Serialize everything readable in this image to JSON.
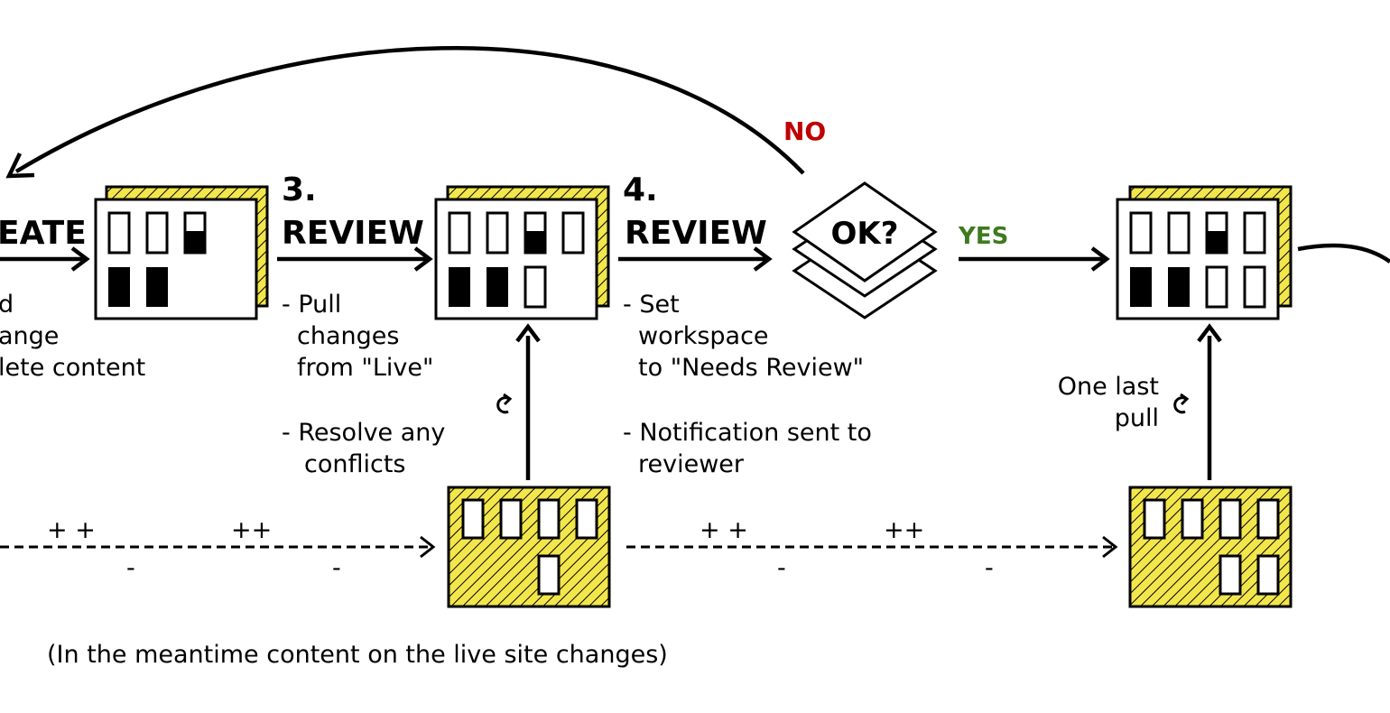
{
  "colors": {
    "hatch_fill": "#f2e64b",
    "stroke": "#000000",
    "no_label": "#c00000",
    "yes_label": "#3e7a1e"
  },
  "steps": {
    "create": {
      "heading": "EATE",
      "notes": [
        "d",
        "ange",
        "lete content"
      ]
    },
    "review_pull": {
      "number": "3.",
      "heading": "REVIEW",
      "notes": [
        "- Pull",
        "changes",
        "from \"Live\"",
        "- Resolve any",
        "conflicts"
      ]
    },
    "review_submit": {
      "number": "4.",
      "heading": "REVIEW",
      "notes": [
        "- Set",
        "workspace",
        "to \"Needs Review\"",
        "- Notification sent to",
        "reviewer"
      ]
    }
  },
  "decision": {
    "label": "OK?",
    "no": "NO",
    "yes": "YES"
  },
  "final_pull": {
    "lines": [
      "One last",
      "pull"
    ]
  },
  "live_changes": {
    "plus_marks": [
      "+ +",
      "++",
      "+ +",
      "++"
    ],
    "minus_marks": [
      "-",
      "-",
      "-",
      "-"
    ],
    "caption": "(In the meantime content on the live site changes)"
  },
  "icons": [
    "refresh-icon",
    "refresh-icon"
  ]
}
